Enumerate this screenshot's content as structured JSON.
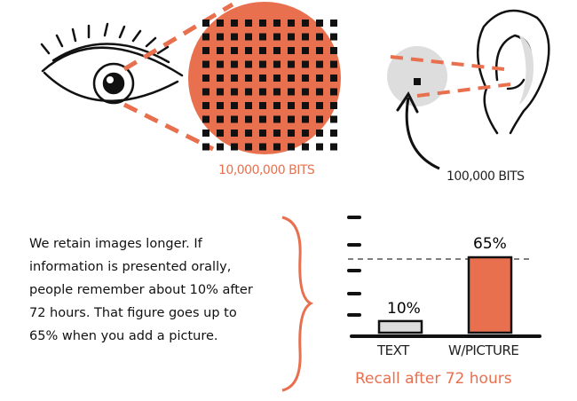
{
  "visual_bits_label": "10,000,000 BITS",
  "audio_bits_label": "100,000 BITS",
  "description": [
    "We retain images longer. If",
    "information is presented orally,",
    "people remember about 10% after",
    "72 hours. That figure goes up to",
    "65% when you add a picture."
  ],
  "colors": {
    "accent": "#e8704e",
    "ink": "#111111",
    "gray": "#dddddd"
  },
  "chart_data": {
    "type": "bar",
    "title": "Recall after 72 hours",
    "categories": [
      "TEXT",
      "W/PICTURE"
    ],
    "values": [
      10,
      65
    ],
    "value_labels": [
      "10%",
      "65%"
    ],
    "ylim": [
      0,
      100
    ]
  }
}
